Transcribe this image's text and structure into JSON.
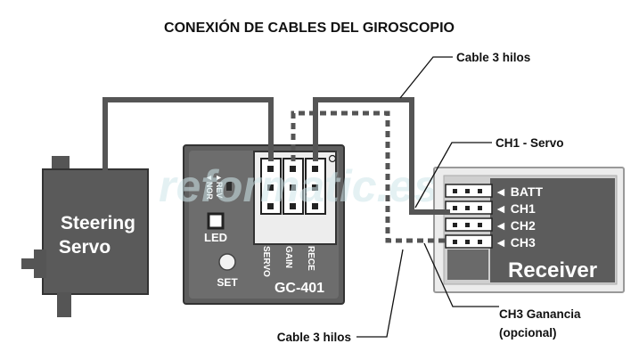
{
  "title": "CONEXIÓN DE CABLES DEL GIROSCOPIO",
  "watermark": "reformatic.es",
  "callouts": {
    "cable_top": "Cable 3 hilos",
    "ch1_servo": "CH1 - Servo",
    "ch3_line1": "CH3 Ganancia",
    "ch3_line2": "(opcional)",
    "cable_bottom": "Cable 3 hilos"
  },
  "servo": {
    "line1": "Steering",
    "line2": "Servo"
  },
  "gyro": {
    "model": "GC-401",
    "rev": "▲REV",
    "nor": "▼NOR",
    "led": "LED",
    "set": "SET",
    "ports": [
      "SERVO",
      "GAIN",
      "RECE"
    ]
  },
  "receiver": {
    "name": "Receiver",
    "channels": [
      "◄ BATT",
      "◄ CH1",
      "◄ CH2",
      "◄ CH3"
    ]
  },
  "colors": {
    "dark_gray": "#4a4a4a",
    "mid_gray": "#6b6b6b",
    "light_gray": "#e6e6e6",
    "receiver_face": "#5c5c5c"
  }
}
